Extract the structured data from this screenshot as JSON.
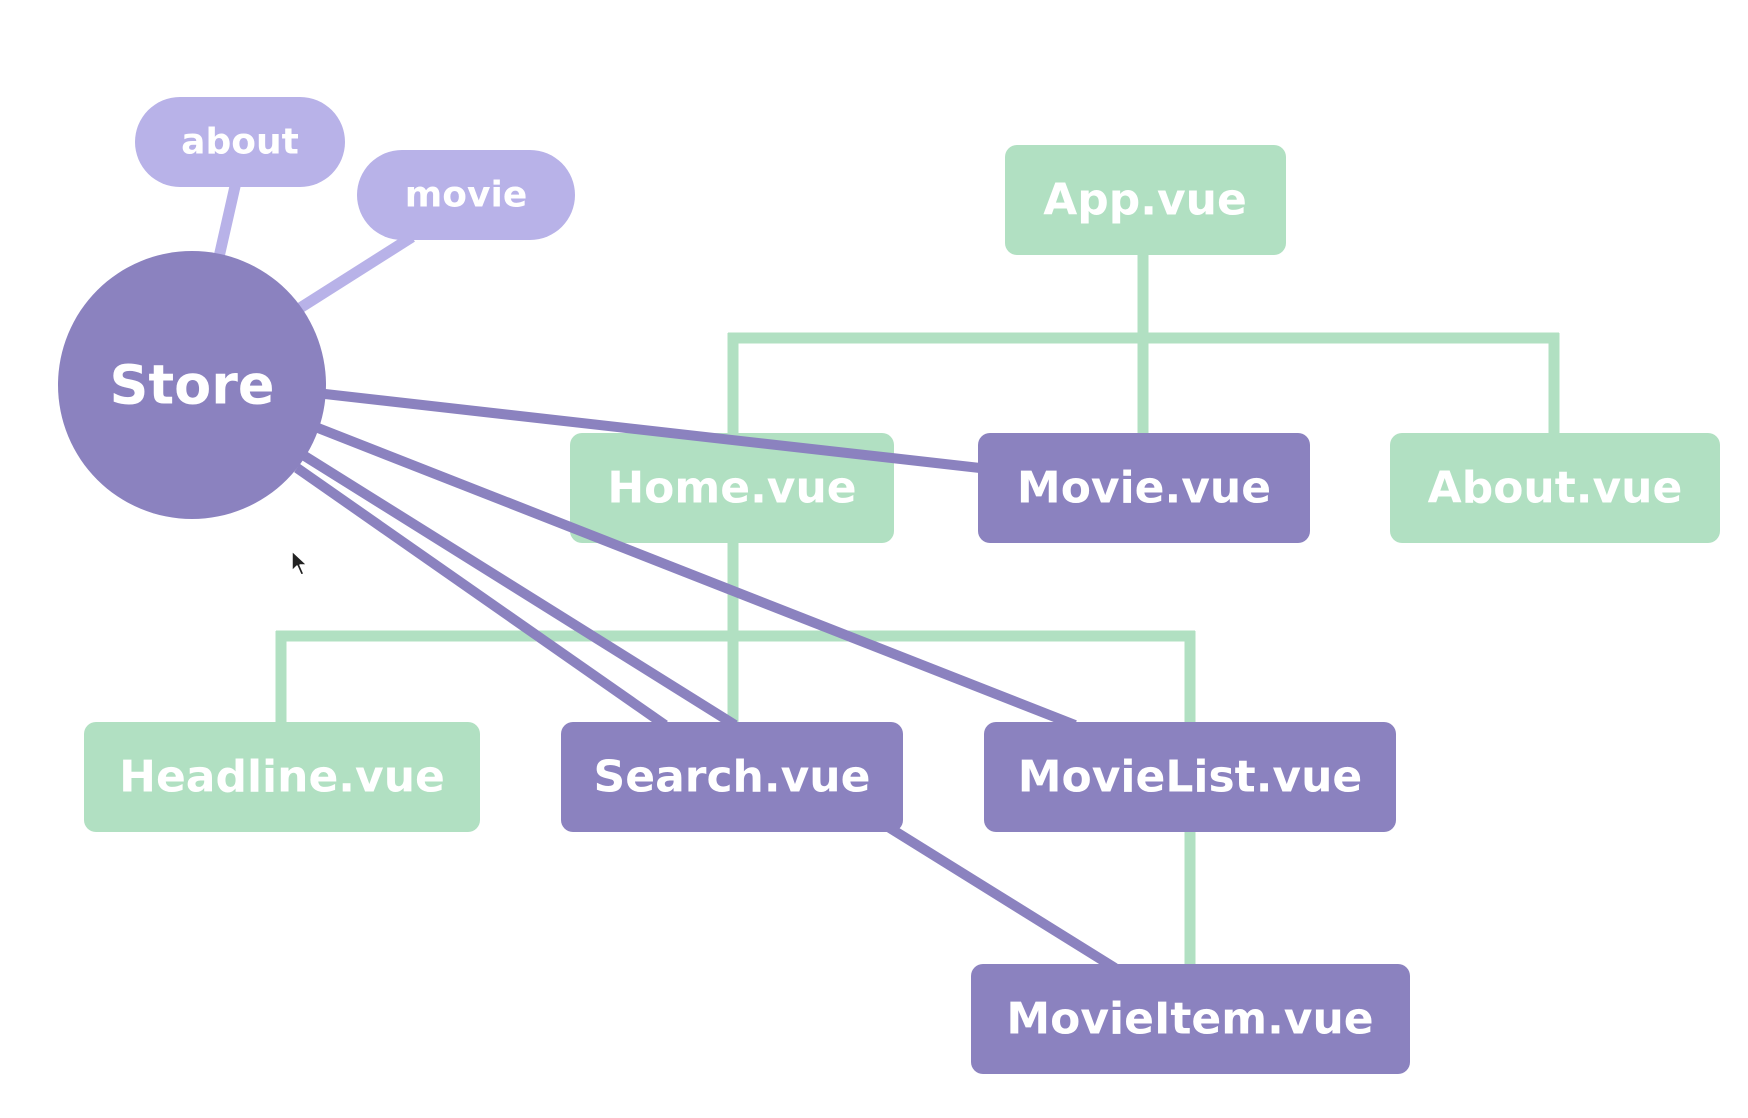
{
  "colors": {
    "green": "#b1e0c2",
    "purple": "#8b82bf",
    "light_purple": "#b8b2e8",
    "text": "#ffffff",
    "background": "#ffffff"
  },
  "store": {
    "label": "Store",
    "modules": [
      "about",
      "movie"
    ]
  },
  "components": {
    "app": "App.vue",
    "home": "Home.vue",
    "movie": "Movie.vue",
    "about": "About.vue",
    "headline": "Headline.vue",
    "search": "Search.vue",
    "movielist": "MovieList.vue",
    "movieitem": "MovieItem.vue"
  },
  "store_connected": [
    "Movie.vue",
    "Search.vue",
    "MovieList.vue",
    "MovieItem.vue"
  ]
}
